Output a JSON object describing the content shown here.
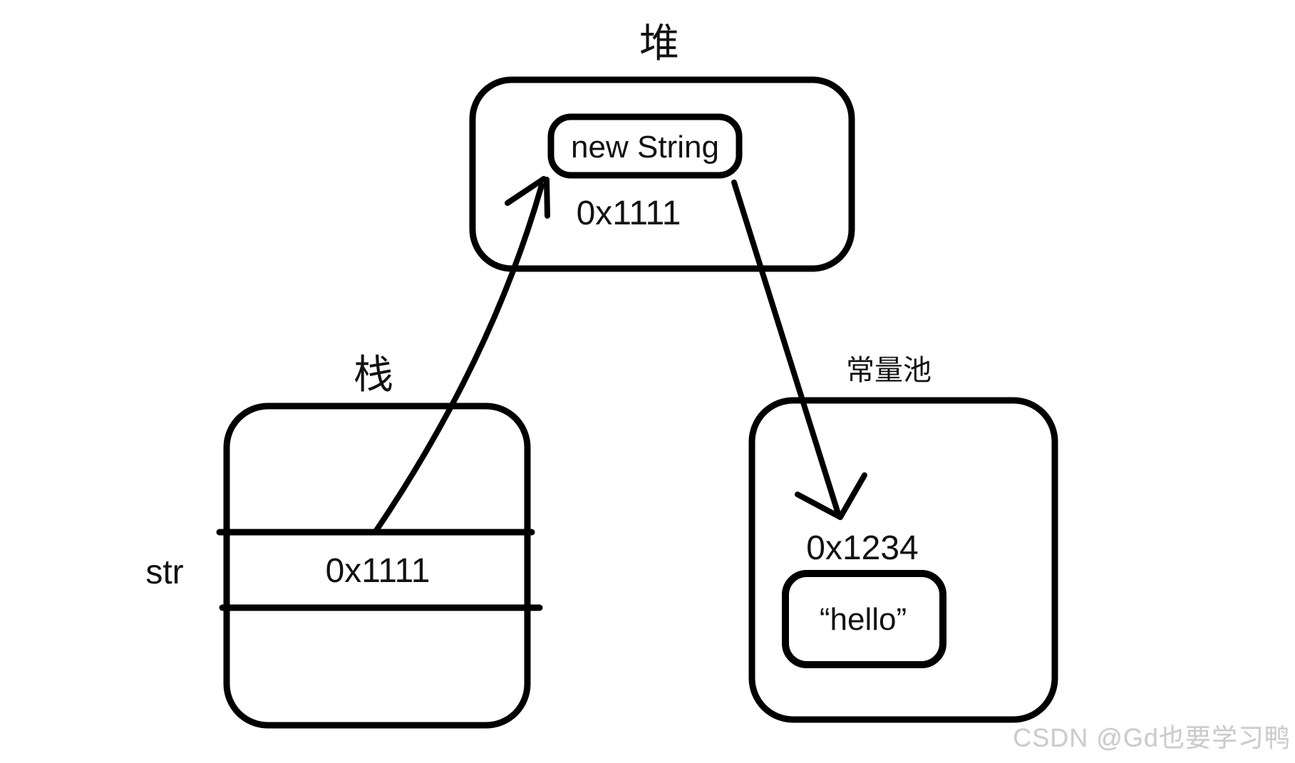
{
  "colors": {
    "stroke": "#000000",
    "text": "#121212",
    "background": "#ffffff",
    "watermark": "#cbcbcb"
  },
  "diagram": {
    "heap": {
      "label": "堆",
      "object_label": "new String",
      "address": "0x1111"
    },
    "stack": {
      "label": "栈",
      "variable_name": "str",
      "slot_value": "0x1111"
    },
    "constant_pool": {
      "label": "常量池",
      "address": "0x1234",
      "literal": "“hello”"
    }
  },
  "watermark": {
    "text": "CSDN @Gd也要学习鸭"
  }
}
